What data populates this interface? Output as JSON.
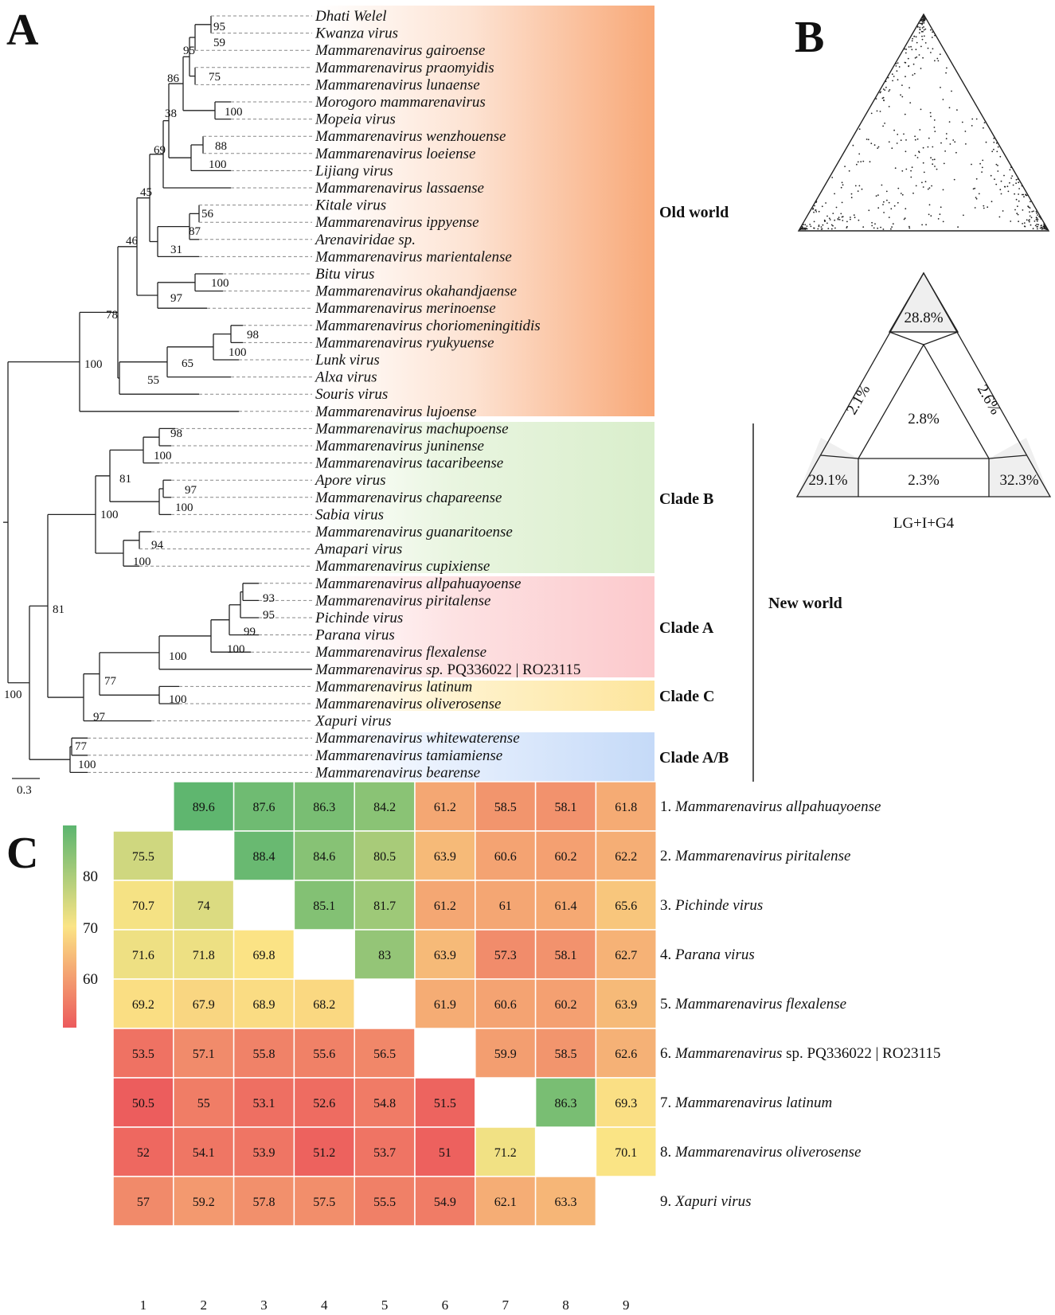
{
  "panels": {
    "a": "A",
    "b": "B",
    "c": "C"
  },
  "colors": {
    "highlight": "#e8141c",
    "old_world": "#f7a26b",
    "clade_b": "#bfe0a8",
    "clade_a": "#f9b3b8",
    "clade_c": "#fde089",
    "clade_ab": "#a9c8f5"
  },
  "tree": {
    "leaves": [
      {
        "name": "Dhati Welel",
        "italic_all": true
      },
      {
        "name": "Kwanza virus"
      },
      {
        "name": "Mammarenavirus gairoense"
      },
      {
        "name": "Mammarenavirus praomyidis"
      },
      {
        "name": "Mammarenavirus lunaense"
      },
      {
        "name": "Morogoro mammarenavirus"
      },
      {
        "name": "Mopeia virus"
      },
      {
        "name": "Mammarenavirus wenzhouense"
      },
      {
        "name": "Mammarenavirus loeiense"
      },
      {
        "name": "Lijiang virus"
      },
      {
        "name": "Mammarenavirus lassaense"
      },
      {
        "name": "Kitale virus"
      },
      {
        "name": "Mammarenavirus ippyense"
      },
      {
        "name": "Arenaviridae sp."
      },
      {
        "name": "Mammarenavirus marientalense"
      },
      {
        "name": "Bitu virus"
      },
      {
        "name": "Mammarenavirus okahandjaense"
      },
      {
        "name": "Mammarenavirus merinoense"
      },
      {
        "name": "Mammarenavirus choriomeningitidis"
      },
      {
        "name": "Mammarenavirus ryukyuense"
      },
      {
        "name": "Lunk virus"
      },
      {
        "name": "Alxa virus"
      },
      {
        "name": "Souris virus"
      },
      {
        "name": "Mammarenavirus lujoense"
      },
      {
        "name": "Mammarenavirus machupoense"
      },
      {
        "name": "Mammarenavirus juninense"
      },
      {
        "name": "Mammarenavirus tacaribeense"
      },
      {
        "name": "Apore virus"
      },
      {
        "name": "Mammarenavirus chapareense"
      },
      {
        "name": "Sabia virus"
      },
      {
        "name": "Mammarenavirus guanaritoense"
      },
      {
        "name": "Amapari virus"
      },
      {
        "name": "Mammarenavirus cupixiense"
      },
      {
        "name": "Mammarenavirus allpahuayoense"
      },
      {
        "name": "Mammarenavirus piritalense"
      },
      {
        "name": "Pichinde virus"
      },
      {
        "name": "Parana virus"
      },
      {
        "name": "Mammarenavirus flexalense"
      },
      {
        "name": "Mammarenavirus sp.",
        "suffix": " PQ336022 | RO23115",
        "highlight": true
      },
      {
        "name": "Mammarenavirus latinum"
      },
      {
        "name": "Mammarenavirus oliverosense"
      },
      {
        "name": "Xapuri virus"
      },
      {
        "name": "Mammarenavirus whitewaterense"
      },
      {
        "name": "Mammarenavirus tamiamiense"
      },
      {
        "name": "Mammarenavirus bearense"
      }
    ],
    "clades": {
      "old_world": "Old world",
      "clade_b": "Clade B",
      "clade_a": "Clade A",
      "clade_c": "Clade C",
      "clade_ab": "Clade A/B",
      "new_world": "New world"
    },
    "scale_label": "0.3",
    "bootstrap": [
      "95",
      "59",
      "95",
      "75",
      "86",
      "100",
      "38",
      "88",
      "100",
      "69",
      "45",
      "56",
      "87",
      "31",
      "46",
      "100",
      "97",
      "78",
      "98",
      "100",
      "65",
      "55",
      "100",
      "98",
      "100",
      "81",
      "97",
      "100",
      "100",
      "94",
      "100",
      "93",
      "95",
      "99",
      "100",
      "100",
      "77",
      "100",
      "97",
      "81",
      "77",
      "100",
      "100"
    ]
  },
  "likelihood_mapping": {
    "corner_top": "28.8%",
    "corner_left": "29.1%",
    "corner_right": "32.3%",
    "side_left": "2.1%",
    "side_right": "2.6%",
    "center": "2.8%",
    "bottom": "2.3%",
    "model": "LG+I+G4"
  },
  "chart_data": {
    "type": "heatmap",
    "legend_ticks": [
      "80",
      "70",
      "60"
    ],
    "col_labels": [
      "1",
      "2",
      "3",
      "4",
      "5",
      "6",
      "7",
      "8",
      "9"
    ],
    "row_labels": [
      {
        "num": "1.",
        "name": "Mammarenavirus allpahuayoense"
      },
      {
        "num": "2.",
        "name": "Mammarenavirus piritalense"
      },
      {
        "num": "3.",
        "name": "Pichinde virus"
      },
      {
        "num": "4.",
        "name": "Parana virus"
      },
      {
        "num": "5.",
        "name": "Mammarenavirus flexalense"
      },
      {
        "num": "6.",
        "name": "Mammarenavirus",
        "suffix": " sp. PQ336022 | RO23115",
        "highlight": true
      },
      {
        "num": "7.",
        "name": "Mammarenavirus latinum"
      },
      {
        "num": "8.",
        "name": "Mammarenavirus oliverosense"
      },
      {
        "num": "9.",
        "name": "Xapuri virus"
      }
    ],
    "values": [
      [
        null,
        89.6,
        87.6,
        86.3,
        84.2,
        61.2,
        58.5,
        58.1,
        61.8
      ],
      [
        75.5,
        null,
        88.4,
        84.6,
        80.5,
        63.9,
        60.6,
        60.2,
        62.2
      ],
      [
        70.7,
        74,
        null,
        85.1,
        81.7,
        61.2,
        61,
        61.4,
        65.6
      ],
      [
        71.6,
        71.8,
        69.8,
        null,
        83,
        63.9,
        57.3,
        58.1,
        62.7
      ],
      [
        69.2,
        67.9,
        68.9,
        68.2,
        null,
        61.9,
        60.6,
        60.2,
        63.9
      ],
      [
        53.5,
        57.1,
        55.8,
        55.6,
        56.5,
        null,
        59.9,
        58.5,
        62.6
      ],
      [
        50.5,
        55,
        53.1,
        52.6,
        54.8,
        51.5,
        null,
        86.3,
        69.3
      ],
      [
        52,
        54.1,
        53.9,
        51.2,
        53.7,
        51,
        71.2,
        null,
        70.1
      ],
      [
        57,
        59.2,
        57.8,
        57.5,
        55.5,
        54.9,
        62.1,
        63.3,
        null
      ]
    ],
    "color_range": [
      50,
      90
    ]
  }
}
